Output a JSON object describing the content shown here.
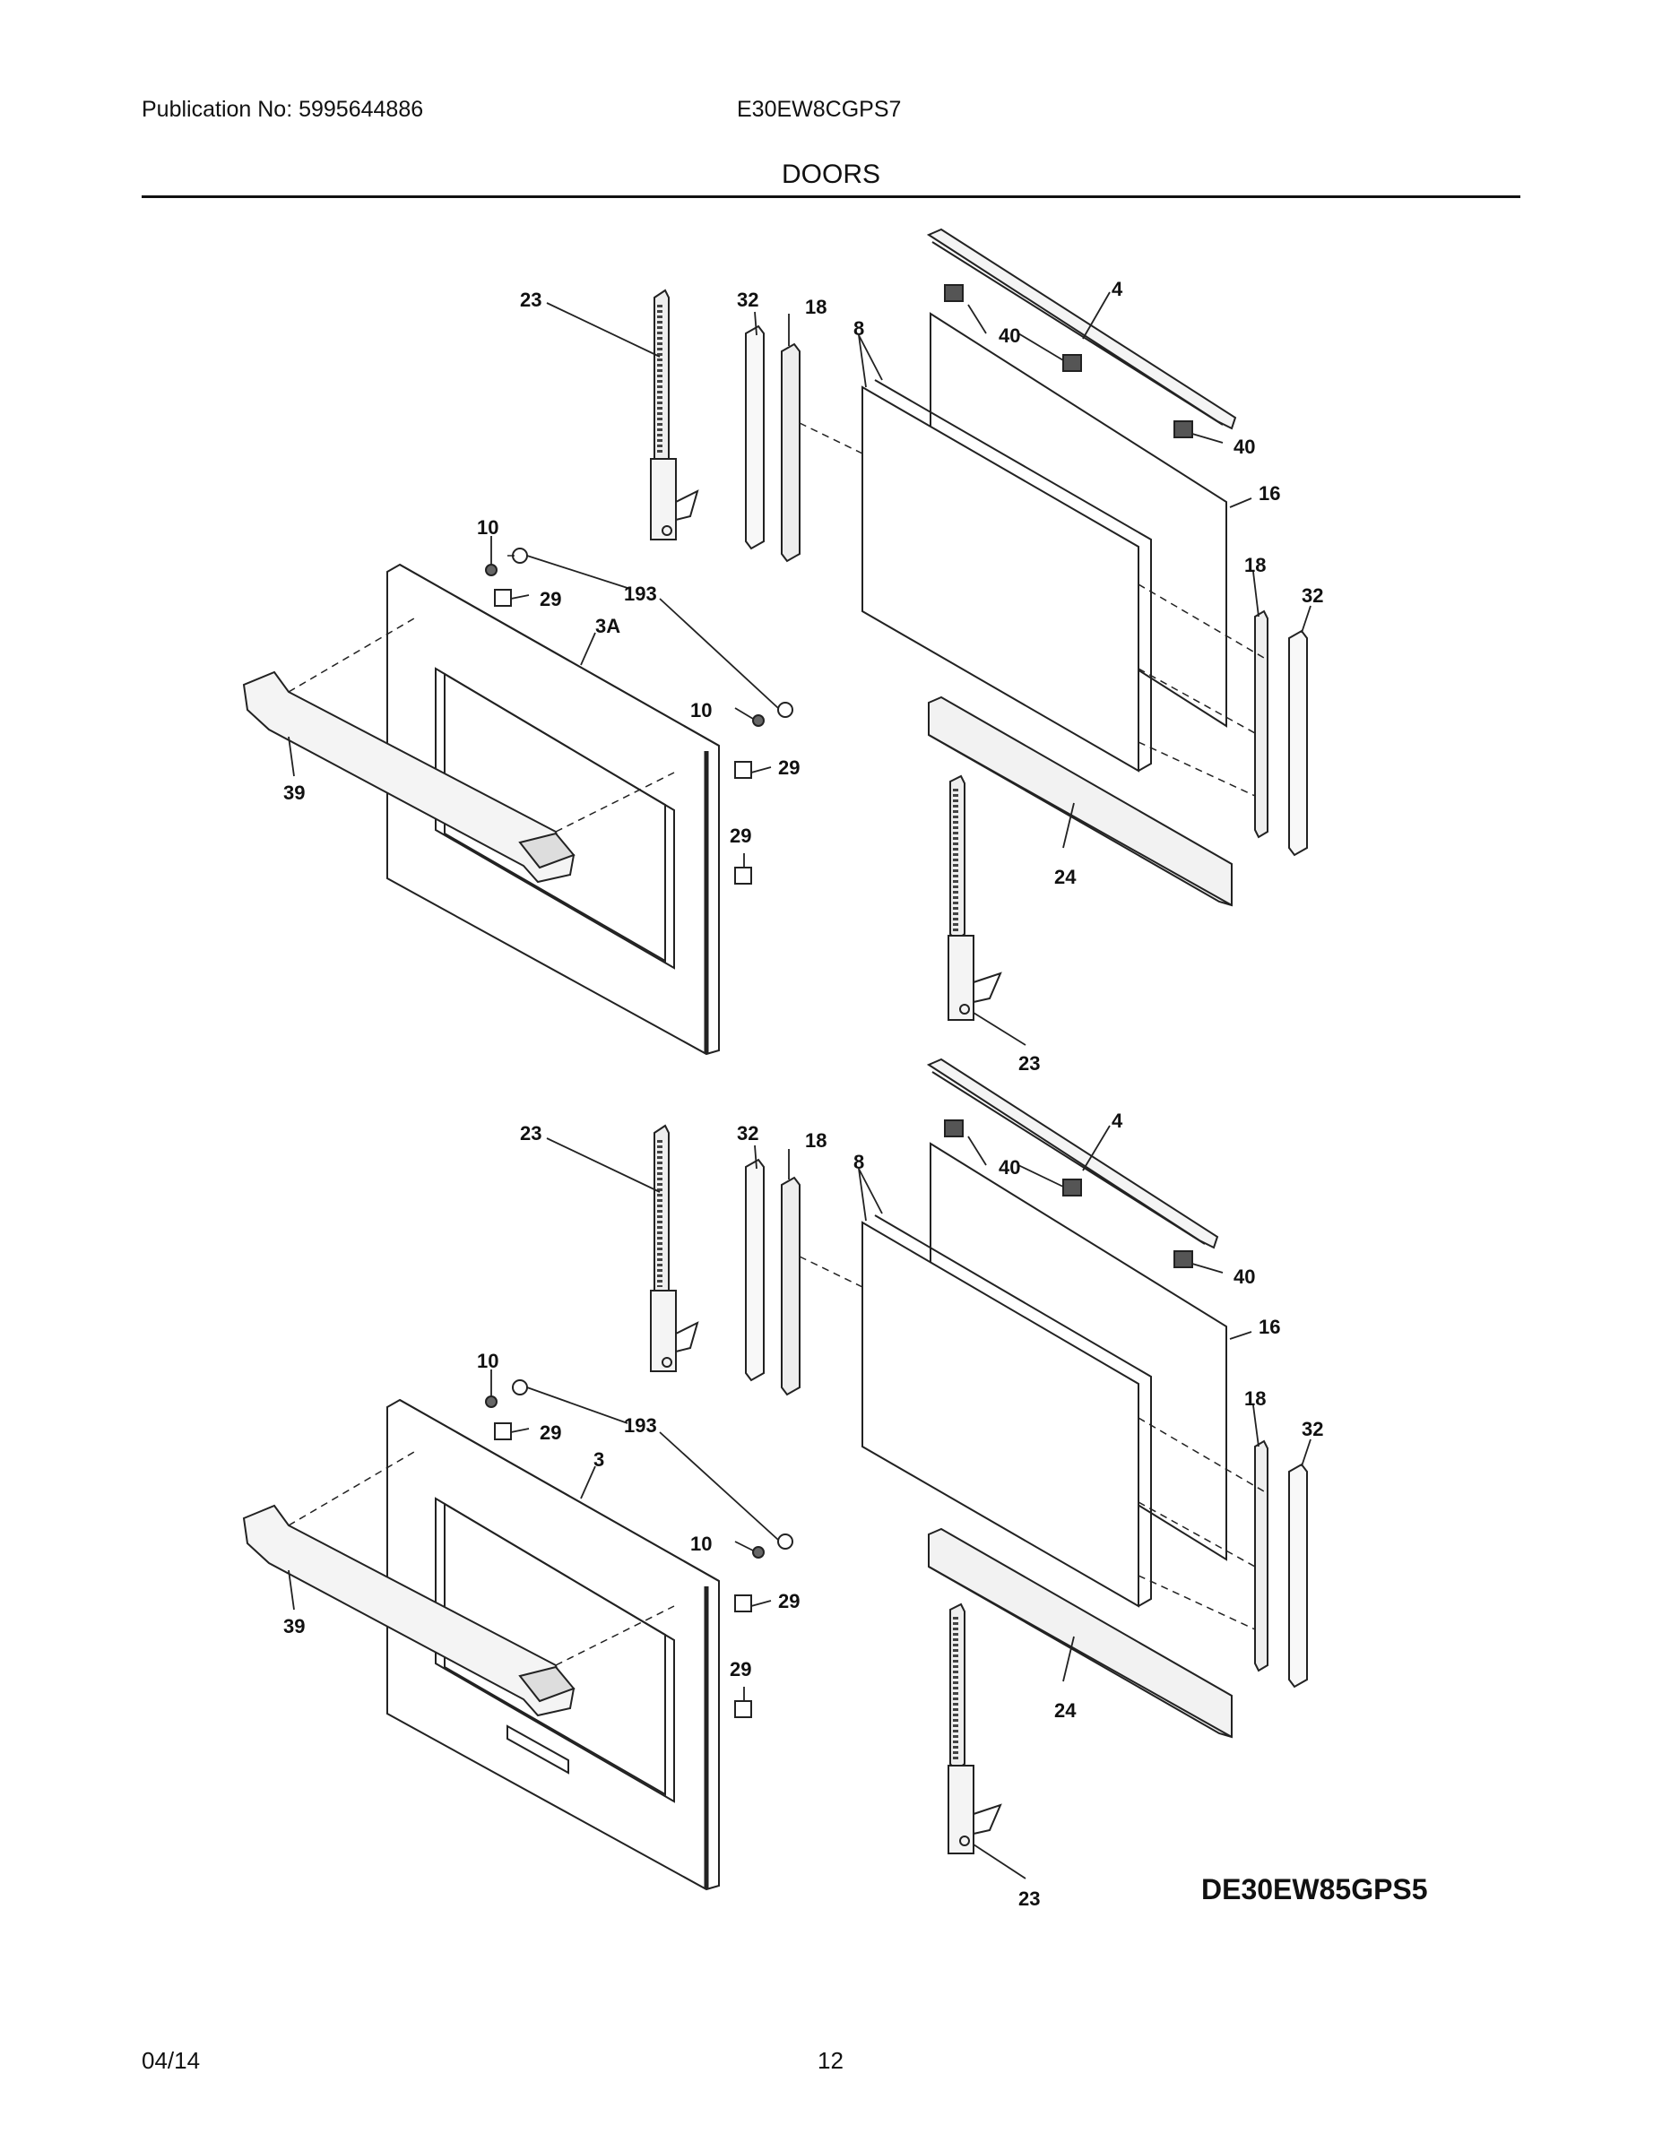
{
  "header": {
    "publication": "Publication No: 5995644886",
    "model": "E30EW8CGPS7",
    "section": "DOORS"
  },
  "diagram": {
    "id": "DE30EW85GPS5",
    "upper_callouts": {
      "hinge_top": "23",
      "trim_left": "32",
      "seal_left": "18",
      "glass_pack": "8",
      "bracket": "4",
      "spacer_a": "40",
      "spacer_b": "40",
      "inner_glass": "16",
      "seal_right": "18",
      "trim_right": "32",
      "screw_top": "10",
      "cap": "193",
      "shim_top": "29",
      "door_outer": "3A",
      "screw_side": "10",
      "shim_side": "29",
      "shim_low": "29",
      "handle": "39",
      "bottom_channel": "24",
      "hinge_bottom": "23"
    },
    "lower_callouts": {
      "hinge_top": "23",
      "trim_left": "32",
      "seal_left": "18",
      "glass_pack": "8",
      "bracket": "4",
      "spacer_a": "40",
      "spacer_b": "40",
      "inner_glass": "16",
      "seal_right": "18",
      "trim_right": "32",
      "screw_top": "10",
      "cap": "193",
      "shim_top": "29",
      "door_outer": "3",
      "screw_side": "10",
      "shim_side": "29",
      "shim_low": "29",
      "handle": "39",
      "bottom_channel": "24",
      "hinge_bottom": "23"
    }
  },
  "footer": {
    "date": "04/14",
    "page": "12"
  }
}
